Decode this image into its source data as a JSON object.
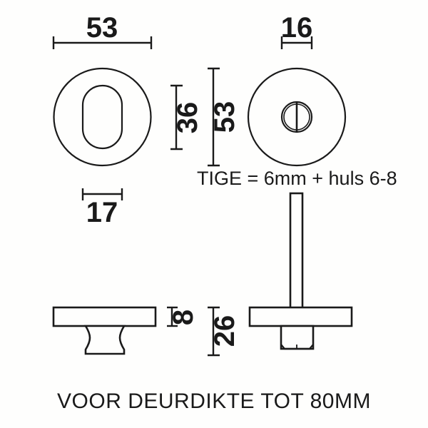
{
  "drawing": {
    "title": "Rosette / escutcheon technical drawing",
    "background_color": "#fefefd",
    "line_color": "#1a1a1a",
    "text_color": "#1a1a1a"
  },
  "dimensions": {
    "rosette_diameter_top": "53",
    "knob_diameter_top": "16",
    "keyhole_height": "36",
    "rosette_diameter_side": "53",
    "keyhole_width": "17",
    "plate_thickness": "8",
    "total_depth": "26"
  },
  "notes": {
    "tige": "TIGE = 6mm + huls 6-8",
    "caption": "VOOR DEURDIKTE TOT 80MM"
  },
  "views": {
    "keyhole_rosette": "keyhole-rosette-front-view",
    "turn_knob_rosette": "turn-knob-rosette-front-view",
    "keyhole_rosette_side": "keyhole-rosette-side-view",
    "turn_knob_rosette_side": "turn-knob-rosette-side-view"
  }
}
